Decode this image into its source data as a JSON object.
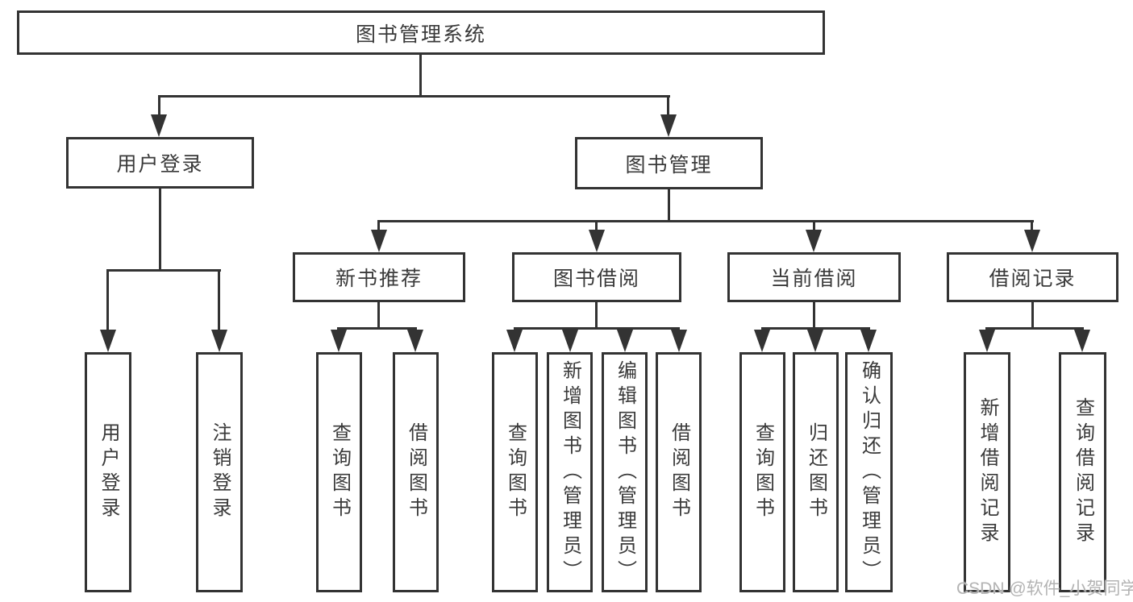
{
  "tree": {
    "label": "图书管理系统",
    "children": [
      {
        "label": "用户登录",
        "children": [
          {
            "label": "用户登录"
          },
          {
            "label": "注销登录"
          }
        ]
      },
      {
        "label": "图书管理",
        "children": [
          {
            "label": "新书推荐",
            "children": [
              {
                "label": "查询图书"
              },
              {
                "label": "借阅图书"
              }
            ]
          },
          {
            "label": "图书借阅",
            "children": [
              {
                "label": "查询图书"
              },
              {
                "label": "新增图书（管理员）"
              },
              {
                "label": "编辑图书（管理员）"
              },
              {
                "label": "借阅图书"
              }
            ]
          },
          {
            "label": "当前借阅",
            "children": [
              {
                "label": "查询图书"
              },
              {
                "label": "归还图书"
              },
              {
                "label": "确认归还（管理员）"
              }
            ]
          },
          {
            "label": "借阅记录",
            "children": [
              {
                "label": "新增借阅记录"
              },
              {
                "label": "查询借阅记录"
              }
            ]
          }
        ]
      }
    ]
  },
  "watermark": "CSDN @软件_小贺同学",
  "colors": {
    "line": "#333333",
    "text": "#3a3a3a",
    "background": "#ffffff",
    "watermark": "#b3b3b3"
  }
}
